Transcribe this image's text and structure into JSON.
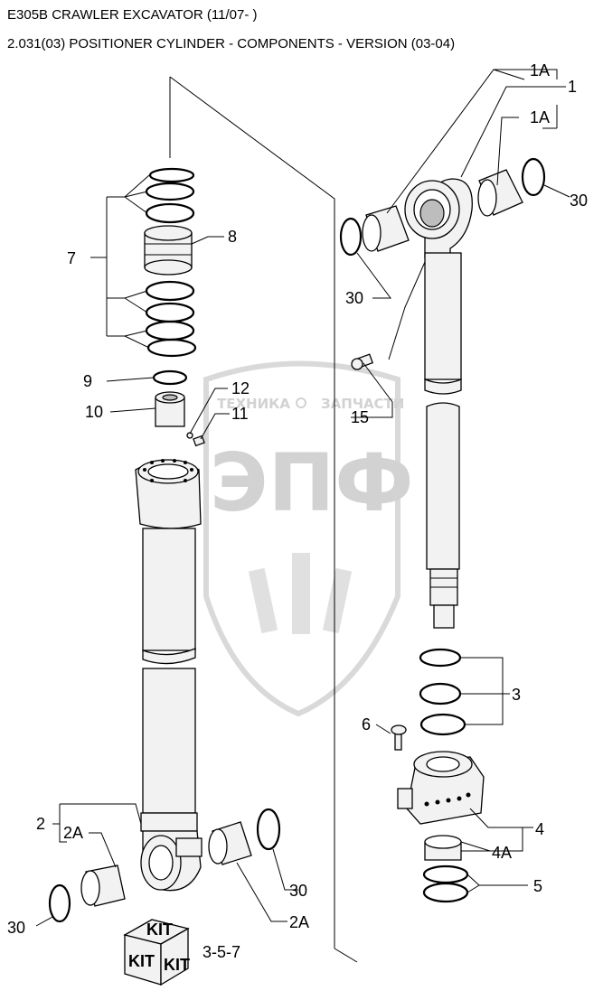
{
  "header": {
    "title": "E305B CRAWLER EXCAVATOR (11/07- )",
    "subtitle": "2.031(03) POSITIONER CYLINDER - COMPONENTS - VERSION (03-04)"
  },
  "watermark": {
    "line1_left": "ТЕХНИКА",
    "line1_right": "ЗАПЧАСТИ",
    "logo": "ЭПФ"
  },
  "callouts": {
    "c1A_top": "1A",
    "c1": "1",
    "c1A_mid": "1A",
    "c30_upper_right": "30",
    "c30_upper_left": "30",
    "c7": "7",
    "c8": "8",
    "c9": "9",
    "c10": "10",
    "c12": "12",
    "c11": "11",
    "c15": "15",
    "c3": "3",
    "c6": "6",
    "c4": "4",
    "c4A": "4A",
    "c5": "5",
    "c2": "2",
    "c2A_left": "2A",
    "c30_lower_right": "30",
    "c2A_right": "2A",
    "c30_lower_left": "30",
    "kit_ref": "3-5-7"
  },
  "kit_box": {
    "top": "KIT",
    "left": "KIT",
    "right": "KIT"
  },
  "colors": {
    "line": "#000000",
    "watermark": "#d2d2d2",
    "part_fill": "#f2f2f2"
  }
}
